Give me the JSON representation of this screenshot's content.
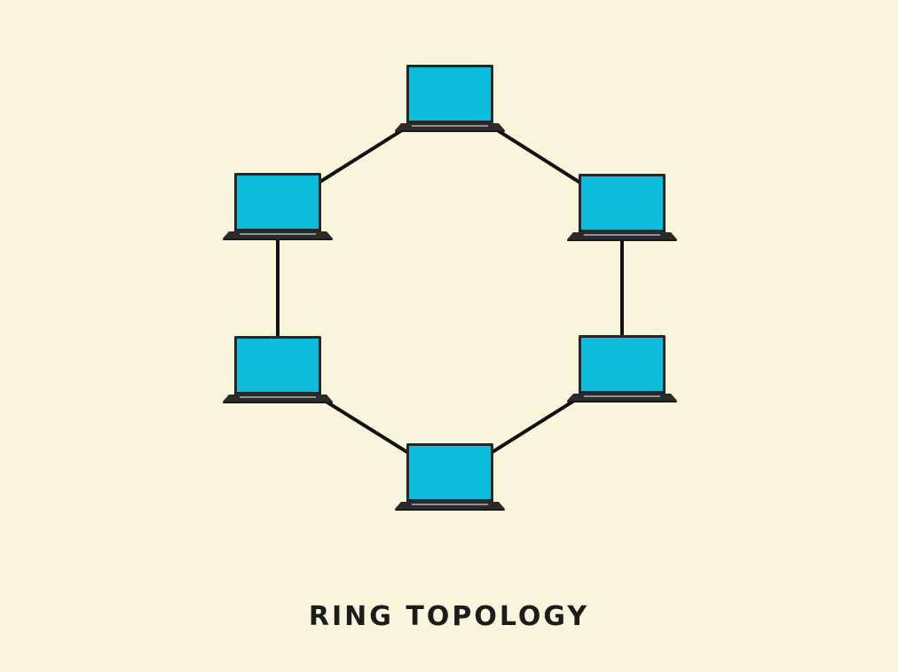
{
  "caption": "RING TOPOLOGY",
  "colors": {
    "background": "#f8f5dc",
    "screen": "#0cbcda",
    "bezel": "#262626",
    "base": "#2b2b2b",
    "keyboard": "#8f8f8f",
    "link": "#111111"
  },
  "nodes": [
    {
      "name": "laptop-top",
      "icon": "laptop-icon"
    },
    {
      "name": "laptop-upper-right",
      "icon": "laptop-icon"
    },
    {
      "name": "laptop-lower-right",
      "icon": "laptop-icon"
    },
    {
      "name": "laptop-bottom",
      "icon": "laptop-icon"
    },
    {
      "name": "laptop-lower-left",
      "icon": "laptop-icon"
    },
    {
      "name": "laptop-upper-left",
      "icon": "laptop-icon"
    }
  ],
  "links": [
    {
      "from": 0,
      "to": 1
    },
    {
      "from": 1,
      "to": 2
    },
    {
      "from": 2,
      "to": 3
    },
    {
      "from": 3,
      "to": 4
    },
    {
      "from": 4,
      "to": 5
    },
    {
      "from": 5,
      "to": 0
    }
  ]
}
